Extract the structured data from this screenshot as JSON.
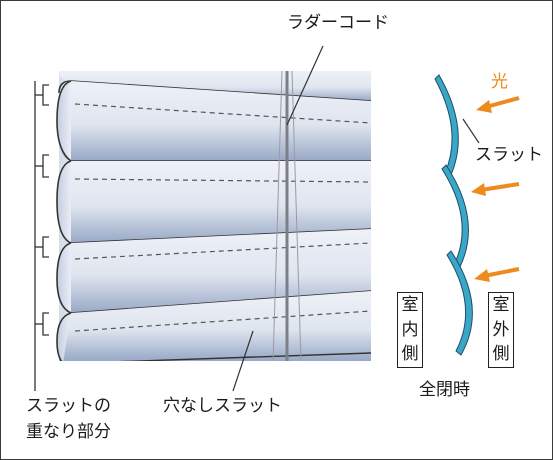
{
  "labels": {
    "ladder_cord": "ラダーコード",
    "light": "光",
    "slat": "スラット",
    "overlap_line1": "スラットの",
    "overlap_line2": "重なり部分",
    "holeless_slat": "穴なしスラット",
    "fully_closed": "全閉時",
    "indoor_side": [
      "室",
      "内",
      "側"
    ],
    "outdoor_side": [
      "室",
      "外",
      "側"
    ]
  },
  "colors": {
    "background_panel": "#d7dde9",
    "slat_shade": "#9aa9c7",
    "slat_outline": "#333333",
    "slat_profile": "#3aa7c9",
    "arrow": "#ef8a1c",
    "light_label": "#ef8a1c"
  }
}
